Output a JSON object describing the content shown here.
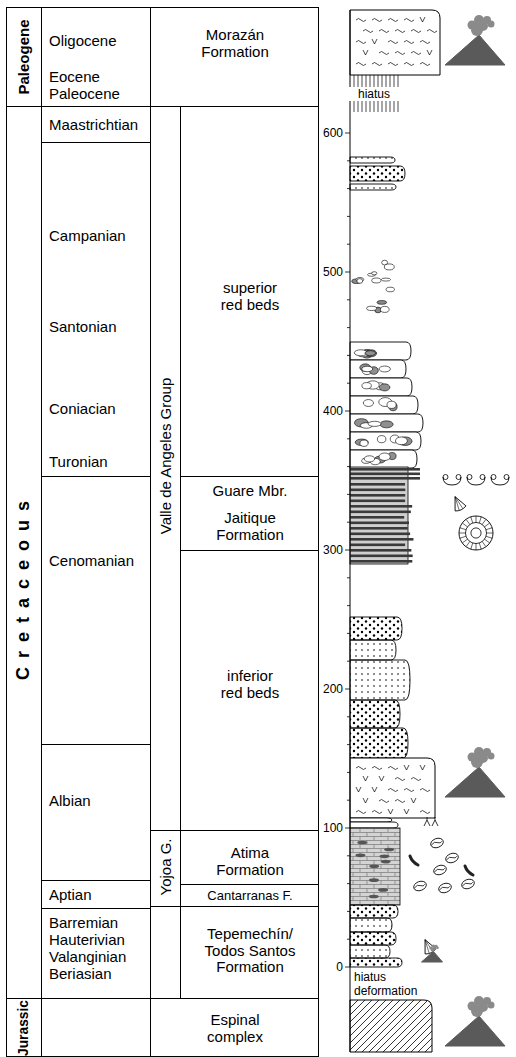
{
  "diagram": {
    "nodes": [
      {
        "text": [
          "Paleogene"
        ]
      },
      {
        "text": [
          "Oligocene",
          "Eocene",
          "Paleocene"
        ]
      },
      {
        "text": [
          "Morazán Formation"
        ]
      },
      {
        "text": [
          "Cretaceous"
        ]
      },
      {
        "text": [
          "Maastrichtian"
        ]
      },
      {
        "text": [
          "Campanian",
          "Santonian",
          "Coniacian",
          "Turonian"
        ]
      },
      {
        "text": [
          "Valle de Angeles Group"
        ]
      },
      {
        "text": [
          "superior red beds"
        ]
      },
      {
        "text": [
          "Guare Mbr.",
          "Jaitique Formation"
        ]
      },
      {
        "text": [
          "Cenomanian"
        ]
      },
      {
        "text": [
          "inferior red beds"
        ]
      },
      {
        "text": [
          "Albian"
        ]
      },
      {
        "text": [
          "Atima Formation"
        ]
      },
      {
        "text": [
          "Yojoa G."
        ]
      },
      {
        "text": [
          "Aptian"
        ]
      },
      {
        "text": [
          "Cantarranas F."
        ]
      },
      {
        "text": [
          "Barremian",
          "Hauterivian",
          "Valanginian",
          "Beriasian"
        ]
      },
      {
        "text": [
          "Tepemechín/ Todos Santos Formation"
        ]
      },
      {
        "text": [
          "Jurassic"
        ]
      },
      {
        "text": [
          "Espinal complex"
        ]
      }
    ],
    "labels": [
      "hiatus",
      "600",
      "500",
      "400",
      "300",
      "200",
      "100",
      "0",
      "hiatus deformation"
    ]
  }
}
